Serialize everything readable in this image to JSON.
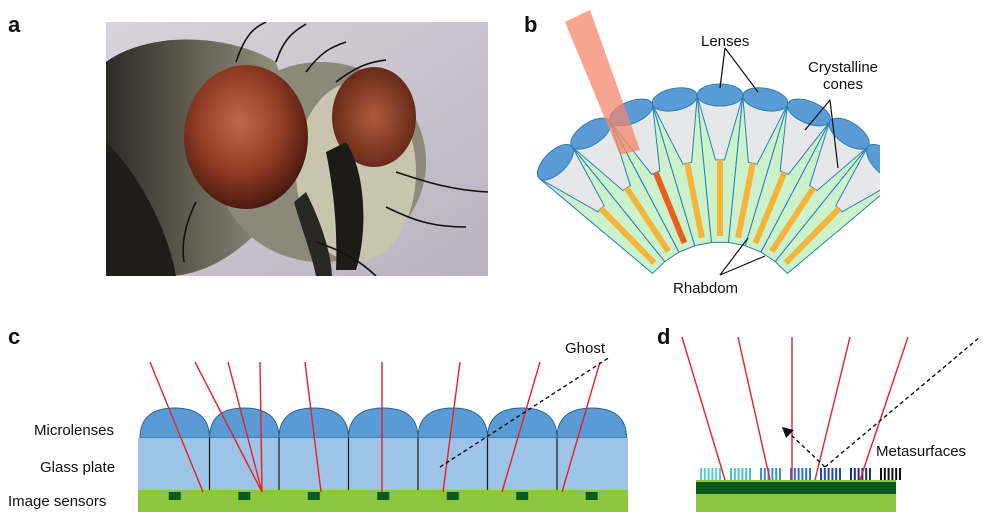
{
  "panels": {
    "a": "a",
    "b": "b",
    "c": "c",
    "d": "d"
  },
  "panel_b": {
    "lenses_label": "Lenses",
    "cones_label": "Crystalline\ncones",
    "rhabdom_label": "Rhabdom"
  },
  "panel_c": {
    "ghost_label": "Ghost",
    "microlenses_label": "Microlenses",
    "glass_plate_label": "Glass plate",
    "image_sensors_label": "Image sensors"
  },
  "panel_d": {
    "metasurfaces_label": "Metasurfaces"
  },
  "colors": {
    "lens_blue": "#5b9bd5",
    "glass_blue": "#9dc3e6",
    "sensor_green": "#8dc63f",
    "sensor_pixel": "#0b5a1e",
    "cone_gray": "#e6e7e8",
    "ommatidium_green": "#ccf2cc",
    "rhabdom_orange": "#f5b53b",
    "ray_red": "#e8202a",
    "light_beam": "#f4876b"
  },
  "photo": {
    "icon": "fly-head-photo"
  }
}
